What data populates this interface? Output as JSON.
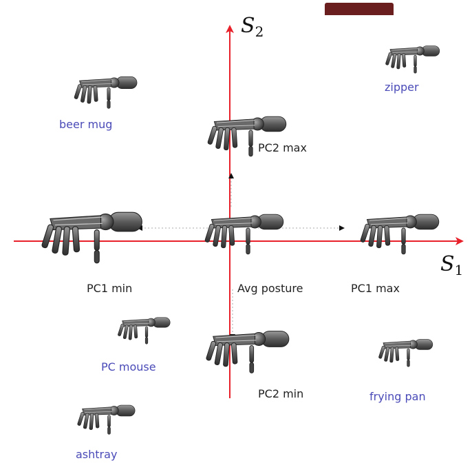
{
  "axes": {
    "x_label_main": "S",
    "x_label_sub": "1",
    "y_label_main": "S",
    "y_label_sub": "2",
    "color": "#e8202a"
  },
  "postures": {
    "pc2_max": "PC2 max",
    "pc1_min": "PC1 min",
    "avg": "Avg posture",
    "pc1_max": "PC1 max",
    "pc2_min": "PC2 min"
  },
  "objects": {
    "beer_mug": "beer mug",
    "zipper": "zipper",
    "pc_mouse": "PC mouse",
    "ashtray": "ashtray",
    "frying_pan": "frying pan"
  },
  "colors": {
    "object_label": "#4a4ab8",
    "posture_label": "#222222",
    "hand_model": "#5f5f5f",
    "top_bar": "#6a1e1e"
  },
  "icons": [
    "robotic-hand-icon"
  ]
}
